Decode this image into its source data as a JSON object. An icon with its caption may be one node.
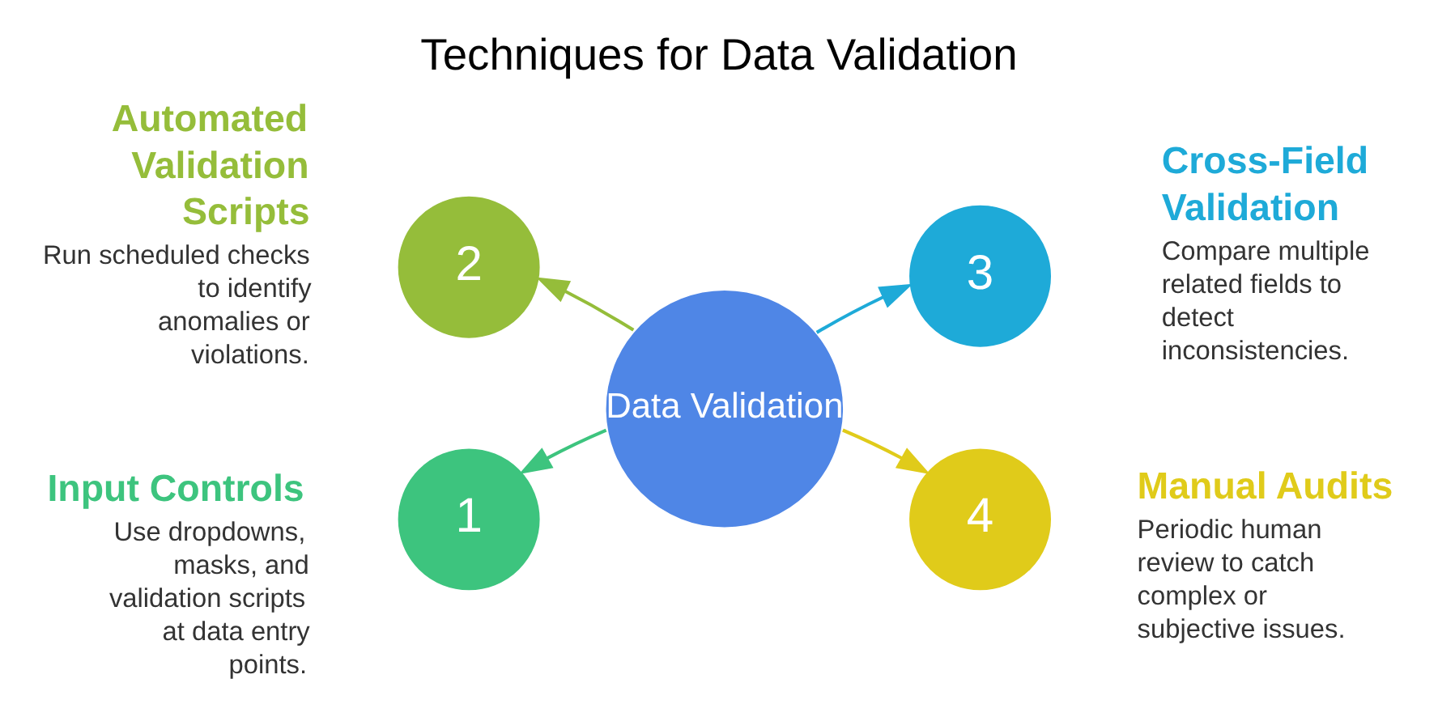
{
  "diagram": {
    "title": "Techniques for Data Validation",
    "nodes": [
      {
        "text": [
          "Data Validation"
        ]
      },
      {
        "text": [
          "2"
        ],
        "beside": [
          "Automated Validation Scripts",
          "Run scheduled checks to identify anomalies or violations."
        ]
      },
      {
        "text": [
          "3"
        ],
        "beside": [
          "Cross-Field Validation",
          "Compare multiple related fields to detect inconsistencies."
        ]
      },
      {
        "text": [
          "1"
        ],
        "beside": [
          "Input Controls",
          "Use dropdowns, masks, and validation scripts at data entry points."
        ]
      },
      {
        "text": [
          "4"
        ],
        "beside": [
          "Manual Audits",
          "Periodic human review to catch complex or subjective issues."
        ]
      }
    ],
    "edges": [
      {
        "from": 0,
        "to": 1,
        "arrow": "to",
        "color": "#95bd3a"
      },
      {
        "from": 0,
        "to": 2,
        "arrow": "to",
        "color": "#1eaad8"
      },
      {
        "from": 0,
        "to": 3,
        "arrow": "to",
        "color": "#3dc47e"
      },
      {
        "from": 0,
        "to": 4,
        "arrow": "to",
        "color": "#e0cb1a"
      }
    ]
  }
}
